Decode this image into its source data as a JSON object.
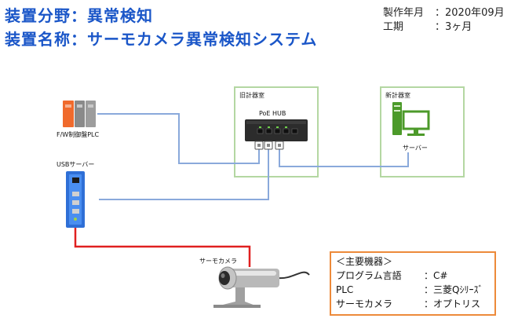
{
  "header": {
    "line1": "装置分野：異常検知",
    "line2": "装置名称：サーモカメラ異常検知システム"
  },
  "meta": {
    "rows": [
      {
        "label": "製作年月",
        "value": "：2020年09月"
      },
      {
        "label": "工期",
        "value": "：3ヶ月"
      }
    ]
  },
  "nodes": {
    "plc": "F/W制御盤PLC",
    "usb_server": "USBサーバー",
    "old_room": "旧計器室",
    "poe_hub": "PoE HUB",
    "new_room": "新計器室",
    "server": "サーバー",
    "thermo_camera": "サーモカメラ"
  },
  "legend": {
    "heading": "＜主要機器＞",
    "rows": [
      {
        "label": "プログラム言語",
        "value": "：C#"
      },
      {
        "label": "PLC",
        "value": "：三菱Qｼﾘｰｽﾞ"
      },
      {
        "label": "サーモカメラ",
        "value": "：オプトリス"
      }
    ]
  },
  "colors": {
    "title": "#1a56c8",
    "ethernet_line": "#8aa9db",
    "usb_line": "#e02020",
    "room_border": "#b4d7a2",
    "server_green": "#4c9a2a",
    "legend_border": "#ed8a3a"
  }
}
